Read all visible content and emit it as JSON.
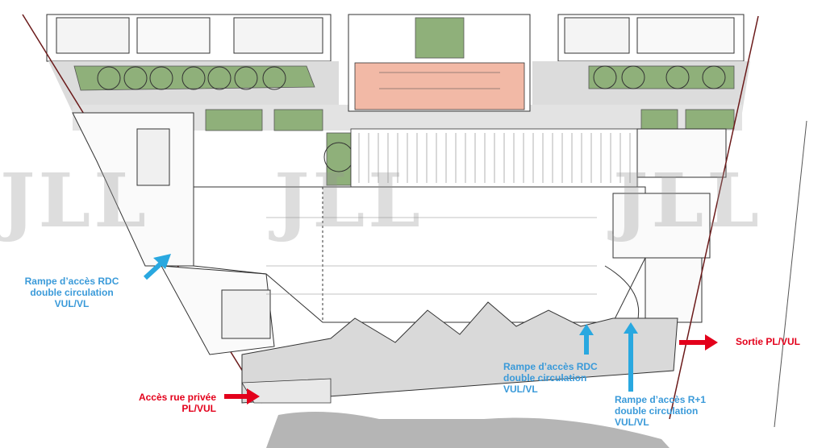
{
  "annotations": {
    "ramp_rdc_left": {
      "lines": [
        "Rampe d’accès RDC",
        "double circulation",
        "VUL/VL"
      ],
      "color": "#3a9ad9"
    },
    "ramp_rdc_center": {
      "lines": [
        "Rampe d’accès RDC",
        "double circulation",
        "VUL/VL"
      ],
      "color": "#3a9ad9"
    },
    "ramp_r1": {
      "lines": [
        "Rampe d’accès R+1",
        "double circulation",
        "VUL/VL"
      ],
      "color": "#3a9ad9"
    },
    "exit_pl_vul": {
      "lines": [
        "Sortie PL/VUL"
      ],
      "color": "#e3001b"
    },
    "access_private_road": {
      "lines": [
        "Accès rue privée",
        "PL/VUL"
      ],
      "color": "#e3001b"
    }
  },
  "watermark": {
    "text": "JLL",
    "brand": "JLL"
  },
  "colors": {
    "arrow_blue": "#29a8e0",
    "arrow_red": "#e3001b",
    "green_space": "#8fb07a",
    "courtyard_pink": "#f2b9a6",
    "paving_grey": "#d9d9d9",
    "dark_ground": "#b5b5b5",
    "line_color": "#333333"
  },
  "icons": [
    "arrow-blue-diagonal-icon",
    "arrow-blue-up-icon",
    "arrow-red-right-icon"
  ]
}
